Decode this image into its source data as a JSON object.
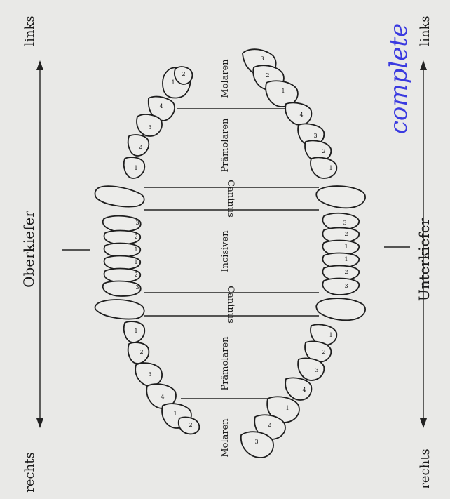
{
  "upper_jaw": "Oberkiefer",
  "lower_jaw": "Unterkiefer",
  "left": "links",
  "right": "rechts",
  "groups": {
    "molars": "Molaren",
    "premolars": "Prämolaren",
    "canine": "Caninus",
    "incisors": "Incisiven"
  },
  "handwriting": "complete",
  "tooth_numbers": [
    "1",
    "2",
    "3",
    "4"
  ],
  "colors": {
    "ink": "#1e1e1e",
    "paper": "#e9e9e7",
    "pen": "#3a3ae0"
  }
}
